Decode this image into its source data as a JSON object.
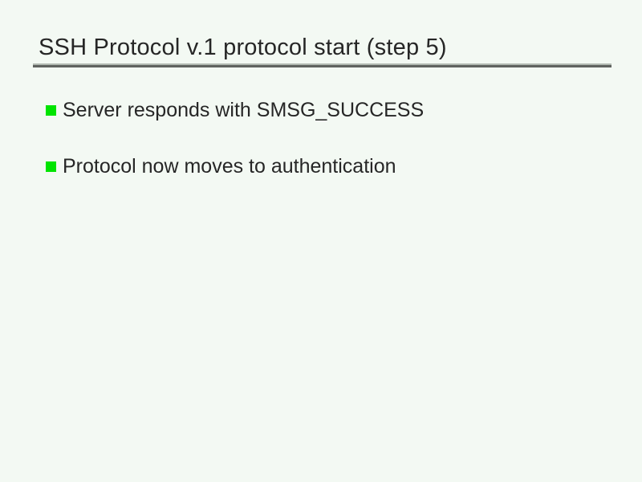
{
  "slide": {
    "title": "SSH Protocol v.1 protocol start (step 5)",
    "bullets": [
      {
        "label": "Server responds with SMSG_SUCCESS"
      },
      {
        "label": "Protocol now moves to authentication"
      }
    ],
    "colors": {
      "background": "#f3f9f3",
      "text": "#262626",
      "bullet_square": "#00e400",
      "rule_light": "#b0b8b0",
      "rule_dark": "#5f635f"
    }
  }
}
